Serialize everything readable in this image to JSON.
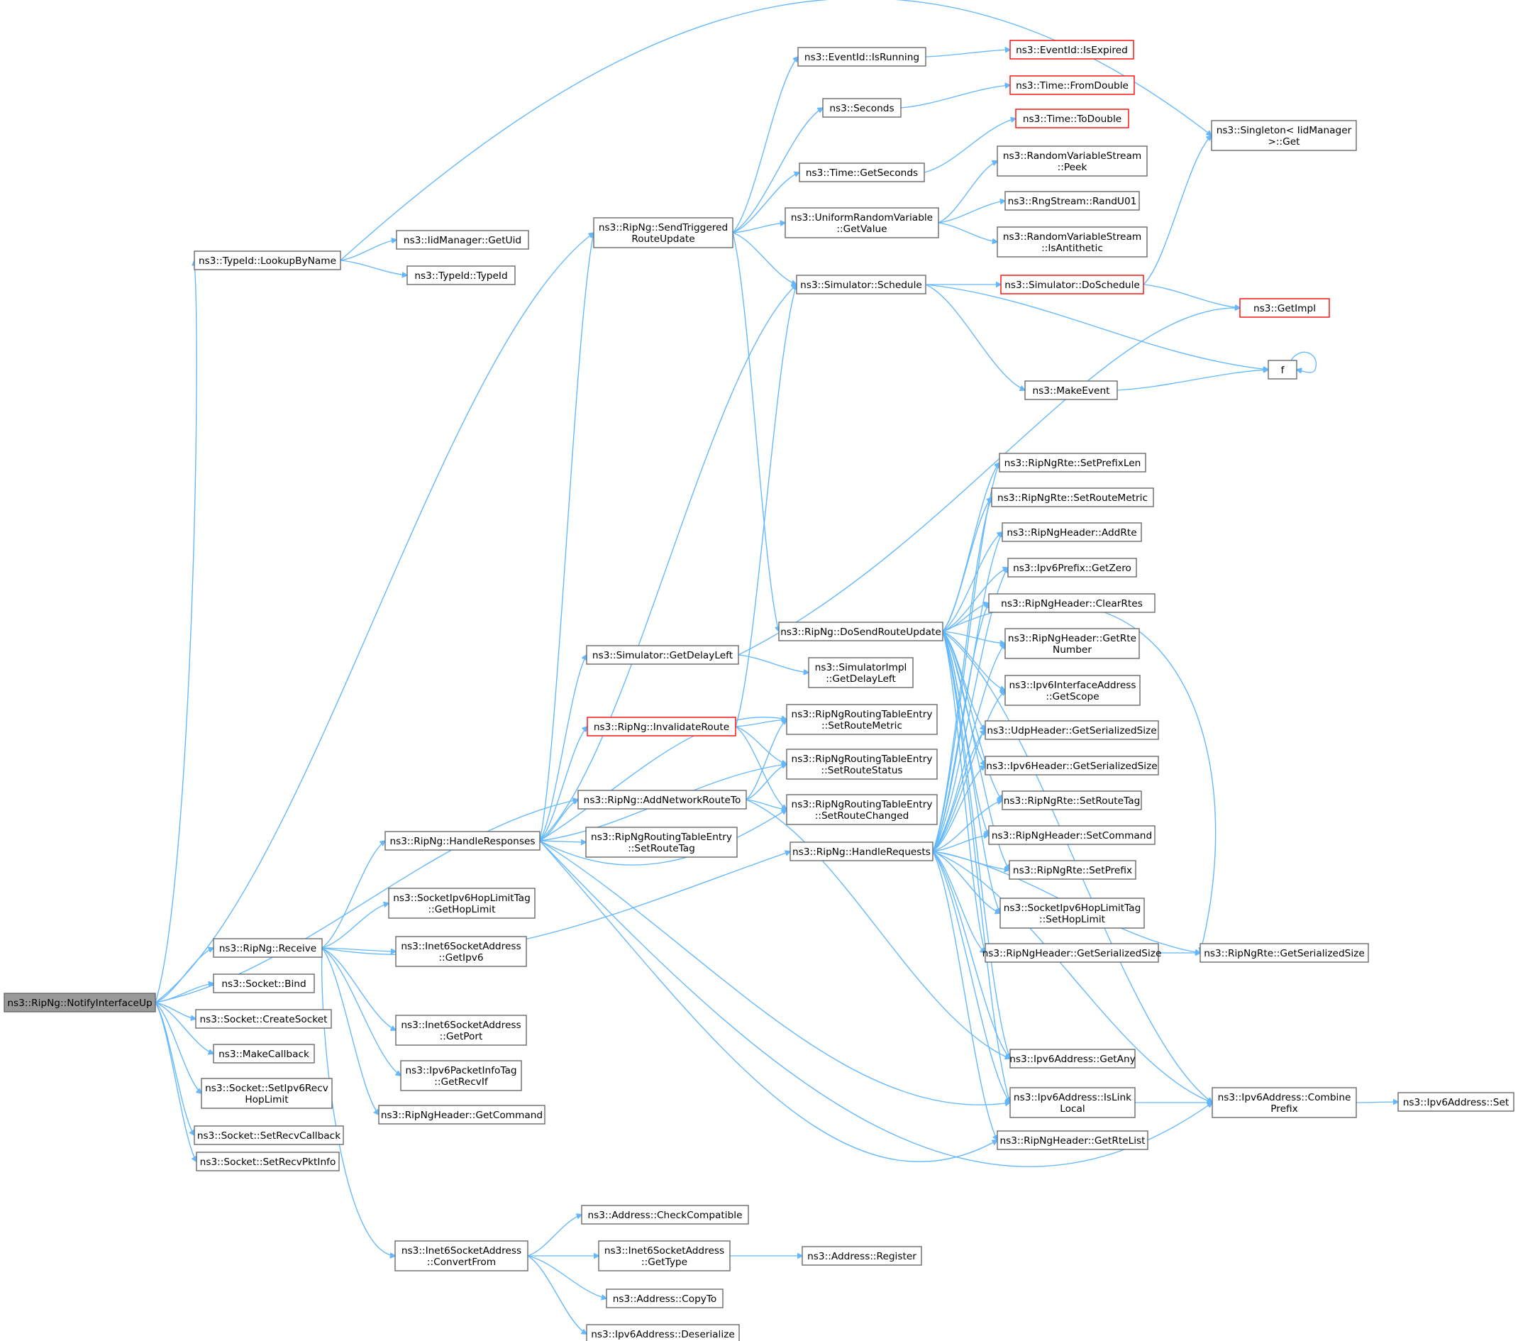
{
  "graph": {
    "nodes": [
      {
        "id": "notify",
        "lines": [
          "ns3::RipNg::NotifyInterfaceUp"
        ],
        "style": "root"
      },
      {
        "id": "lookup",
        "lines": [
          "ns3::TypeId::LookupByName"
        ]
      },
      {
        "id": "getuid",
        "lines": [
          "ns3::IidManager::GetUid"
        ]
      },
      {
        "id": "typeid",
        "lines": [
          "ns3::TypeId::TypeId"
        ]
      },
      {
        "id": "singleton",
        "lines": [
          "ns3::Singleton< IidManager",
          ">::Get"
        ]
      },
      {
        "id": "sendtrig",
        "lines": [
          "ns3::RipNg::SendTriggered",
          "RouteUpdate"
        ]
      },
      {
        "id": "isrunning",
        "lines": [
          "ns3::EventId::IsRunning"
        ]
      },
      {
        "id": "isexpired",
        "lines": [
          "ns3::EventId::IsExpired"
        ],
        "style": "red"
      },
      {
        "id": "seconds",
        "lines": [
          "ns3::Seconds"
        ]
      },
      {
        "id": "fromdouble",
        "lines": [
          "ns3::Time::FromDouble"
        ],
        "style": "red"
      },
      {
        "id": "todouble",
        "lines": [
          "ns3::Time::ToDouble"
        ],
        "style": "red"
      },
      {
        "id": "getseconds",
        "lines": [
          "ns3::Time::GetSeconds"
        ]
      },
      {
        "id": "urvgetvalue",
        "lines": [
          "ns3::UniformRandomVariable",
          "::GetValue"
        ]
      },
      {
        "id": "peek",
        "lines": [
          "ns3::RandomVariableStream",
          "::Peek"
        ]
      },
      {
        "id": "randu01",
        "lines": [
          "ns3::RngStream::RandU01"
        ]
      },
      {
        "id": "isantithetic",
        "lines": [
          "ns3::RandomVariableStream",
          "::IsAntithetic"
        ]
      },
      {
        "id": "schedule",
        "lines": [
          "ns3::Simulator::Schedule"
        ]
      },
      {
        "id": "doschedule",
        "lines": [
          "ns3::Simulator::DoSchedule"
        ],
        "style": "red"
      },
      {
        "id": "getimpl",
        "lines": [
          "ns3::GetImpl"
        ],
        "style": "red"
      },
      {
        "id": "f",
        "lines": [
          "f"
        ]
      },
      {
        "id": "makeevent",
        "lines": [
          "ns3::MakeEvent"
        ]
      },
      {
        "id": "dosend",
        "lines": [
          "ns3::RipNg::DoSendRouteUpdate"
        ]
      },
      {
        "id": "setprefixlen",
        "lines": [
          "ns3::RipNgRte::SetPrefixLen"
        ]
      },
      {
        "id": "rtesetroutemetric",
        "lines": [
          "ns3::RipNgRte::SetRouteMetric"
        ]
      },
      {
        "id": "addrte",
        "lines": [
          "ns3::RipNgHeader::AddRte"
        ]
      },
      {
        "id": "getzero",
        "lines": [
          "ns3::Ipv6Prefix::GetZero"
        ]
      },
      {
        "id": "clearrtes",
        "lines": [
          "ns3::RipNgHeader::ClearRtes"
        ]
      },
      {
        "id": "getrtenumber",
        "lines": [
          "ns3::RipNgHeader::GetRte",
          "Number"
        ]
      },
      {
        "id": "getscope",
        "lines": [
          "ns3::Ipv6InterfaceAddress",
          "::GetScope"
        ]
      },
      {
        "id": "udpserial",
        "lines": [
          "ns3::UdpHeader::GetSerializedSize"
        ]
      },
      {
        "id": "ipv6serial",
        "lines": [
          "ns3::Ipv6Header::GetSerializedSize"
        ]
      },
      {
        "id": "setroutetag",
        "lines": [
          "ns3::RipNgRte::SetRouteTag"
        ]
      },
      {
        "id": "setcommand",
        "lines": [
          "ns3::RipNgHeader::SetCommand"
        ]
      },
      {
        "id": "setprefix",
        "lines": [
          "ns3::RipNgRte::SetPrefix"
        ]
      },
      {
        "id": "sethoplimit",
        "lines": [
          "ns3::SocketIpv6HopLimitTag",
          "::SetHopLimit"
        ]
      },
      {
        "id": "hdrserial",
        "lines": [
          "ns3::RipNgHeader::GetSerializedSize"
        ]
      },
      {
        "id": "rteserial",
        "lines": [
          "ns3::RipNgRte::GetSerializedSize"
        ]
      },
      {
        "id": "getany",
        "lines": [
          "ns3::Ipv6Address::GetAny"
        ]
      },
      {
        "id": "islinklocal",
        "lines": [
          "ns3::Ipv6Address::IsLink",
          "Local"
        ]
      },
      {
        "id": "combineprefix",
        "lines": [
          "ns3::Ipv6Address::Combine",
          "Prefix"
        ]
      },
      {
        "id": "ipv6set",
        "lines": [
          "ns3::Ipv6Address::Set"
        ]
      },
      {
        "id": "getrtelist",
        "lines": [
          "ns3::RipNgHeader::GetRteList"
        ]
      },
      {
        "id": "getdelayleft",
        "lines": [
          "ns3::Simulator::GetDelayLeft"
        ]
      },
      {
        "id": "implgetdelayleft",
        "lines": [
          "ns3::SimulatorImpl",
          "::GetDelayLeft"
        ]
      },
      {
        "id": "invalidate",
        "lines": [
          "ns3::RipNg::InvalidateRoute"
        ],
        "style": "red"
      },
      {
        "id": "entrysetroutemetric",
        "lines": [
          "ns3::RipNgRoutingTableEntry",
          "::SetRouteMetric"
        ]
      },
      {
        "id": "entrysetroutestatus",
        "lines": [
          "ns3::RipNgRoutingTableEntry",
          "::SetRouteStatus"
        ]
      },
      {
        "id": "addnetwork",
        "lines": [
          "ns3::RipNg::AddNetworkRouteTo"
        ]
      },
      {
        "id": "entrysetroutechanged",
        "lines": [
          "ns3::RipNgRoutingTableEntry",
          "::SetRouteChanged"
        ]
      },
      {
        "id": "handleresponses",
        "lines": [
          "ns3::RipNg::HandleResponses"
        ]
      },
      {
        "id": "entrysetroutetag",
        "lines": [
          "ns3::RipNgRoutingTableEntry",
          "::SetRouteTag"
        ]
      },
      {
        "id": "handlerequests",
        "lines": [
          "ns3::RipNg::HandleRequests"
        ]
      },
      {
        "id": "gethoplimit",
        "lines": [
          "ns3::SocketIpv6HopLimitTag",
          "::GetHopLimit"
        ]
      },
      {
        "id": "receive",
        "lines": [
          "ns3::RipNg::Receive"
        ]
      },
      {
        "id": "getipv6",
        "lines": [
          "ns3::Inet6SocketAddress",
          "::GetIpv6"
        ]
      },
      {
        "id": "bind",
        "lines": [
          "ns3::Socket::Bind"
        ]
      },
      {
        "id": "createsocket",
        "lines": [
          "ns3::Socket::CreateSocket"
        ]
      },
      {
        "id": "getport",
        "lines": [
          "ns3::Inet6SocketAddress",
          "::GetPort"
        ]
      },
      {
        "id": "makecallback",
        "lines": [
          "ns3::MakeCallback"
        ]
      },
      {
        "id": "getrecvif",
        "lines": [
          "ns3::Ipv6PacketInfoTag",
          "::GetRecvIf"
        ]
      },
      {
        "id": "setipv6recv",
        "lines": [
          "ns3::Socket::SetIpv6Recv",
          "HopLimit"
        ]
      },
      {
        "id": "getcommand",
        "lines": [
          "ns3::RipNgHeader::GetCommand"
        ]
      },
      {
        "id": "setrecvcallback",
        "lines": [
          "ns3::Socket::SetRecvCallback"
        ]
      },
      {
        "id": "setrecvpktinfo",
        "lines": [
          "ns3::Socket::SetRecvPktInfo"
        ]
      },
      {
        "id": "checkcompat",
        "lines": [
          "ns3::Address::CheckCompatible"
        ]
      },
      {
        "id": "convertfrom",
        "lines": [
          "ns3::Inet6SocketAddress",
          "::ConvertFrom"
        ]
      },
      {
        "id": "gettype",
        "lines": [
          "ns3::Inet6SocketAddress",
          "::GetType"
        ]
      },
      {
        "id": "register",
        "lines": [
          "ns3::Address::Register"
        ]
      },
      {
        "id": "copyto",
        "lines": [
          "ns3::Address::CopyTo"
        ]
      },
      {
        "id": "deserialize",
        "lines": [
          "ns3::Ipv6Address::Deserialize"
        ]
      }
    ],
    "edges": [
      [
        "notify",
        "lookup"
      ],
      [
        "notify",
        "sendtrig"
      ],
      [
        "notify",
        "addnetwork"
      ],
      [
        "notify",
        "receive"
      ],
      [
        "notify",
        "bind"
      ],
      [
        "notify",
        "createsocket"
      ],
      [
        "notify",
        "makecallback"
      ],
      [
        "notify",
        "setipv6recv"
      ],
      [
        "notify",
        "setrecvcallback"
      ],
      [
        "notify",
        "setrecvpktinfo"
      ],
      [
        "lookup",
        "getuid"
      ],
      [
        "lookup",
        "typeid"
      ],
      [
        "lookup",
        "singleton"
      ],
      [
        "sendtrig",
        "isrunning"
      ],
      [
        "sendtrig",
        "seconds"
      ],
      [
        "sendtrig",
        "getseconds"
      ],
      [
        "sendtrig",
        "urvgetvalue"
      ],
      [
        "sendtrig",
        "schedule"
      ],
      [
        "sendtrig",
        "dosend"
      ],
      [
        "isrunning",
        "isexpired"
      ],
      [
        "seconds",
        "fromdouble"
      ],
      [
        "getseconds",
        "todouble"
      ],
      [
        "urvgetvalue",
        "peek"
      ],
      [
        "urvgetvalue",
        "randu01"
      ],
      [
        "urvgetvalue",
        "isantithetic"
      ],
      [
        "schedule",
        "doschedule"
      ],
      [
        "schedule",
        "f"
      ],
      [
        "schedule",
        "makeevent"
      ],
      [
        "doschedule",
        "singleton"
      ],
      [
        "doschedule",
        "getimpl"
      ],
      [
        "makeevent",
        "f"
      ],
      [
        "f",
        "f"
      ],
      [
        "dosend",
        "setprefixlen"
      ],
      [
        "dosend",
        "rtesetroutemetric"
      ],
      [
        "dosend",
        "addrte"
      ],
      [
        "dosend",
        "getzero"
      ],
      [
        "dosend",
        "clearrtes"
      ],
      [
        "dosend",
        "getrtenumber"
      ],
      [
        "dosend",
        "getscope"
      ],
      [
        "dosend",
        "udpserial"
      ],
      [
        "dosend",
        "ipv6serial"
      ],
      [
        "dosend",
        "setroutetag"
      ],
      [
        "dosend",
        "setcommand"
      ],
      [
        "dosend",
        "setprefix"
      ],
      [
        "dosend",
        "sethoplimit"
      ],
      [
        "dosend",
        "hdrserial"
      ],
      [
        "dosend",
        "rteserial"
      ],
      [
        "dosend",
        "getany"
      ],
      [
        "dosend",
        "islinklocal"
      ],
      [
        "dosend",
        "combineprefix"
      ],
      [
        "hdrserial",
        "rteserial"
      ],
      [
        "islinklocal",
        "combineprefix"
      ],
      [
        "combineprefix",
        "ipv6set"
      ],
      [
        "getdelayleft",
        "getimpl"
      ],
      [
        "getdelayleft",
        "implgetdelayleft"
      ],
      [
        "invalidate",
        "schedule"
      ],
      [
        "invalidate",
        "entrysetroutemetric"
      ],
      [
        "invalidate",
        "entrysetroutestatus"
      ],
      [
        "invalidate",
        "entrysetroutechanged"
      ],
      [
        "addnetwork",
        "entrysetroutemetric"
      ],
      [
        "addnetwork",
        "entrysetroutestatus"
      ],
      [
        "addnetwork",
        "entrysetroutechanged"
      ],
      [
        "addnetwork",
        "getany"
      ],
      [
        "handleresponses",
        "sendtrig"
      ],
      [
        "handleresponses",
        "schedule"
      ],
      [
        "handleresponses",
        "getdelayleft"
      ],
      [
        "handleresponses",
        "invalidate"
      ],
      [
        "handleresponses",
        "entrysetroutemetric"
      ],
      [
        "handleresponses",
        "entrysetroutestatus"
      ],
      [
        "handleresponses",
        "addnetwork"
      ],
      [
        "handleresponses",
        "entrysetroutechanged"
      ],
      [
        "handleresponses",
        "entrysetroutetag"
      ],
      [
        "handleresponses",
        "islinklocal"
      ],
      [
        "handleresponses",
        "getrtelist"
      ],
      [
        "handleresponses",
        "combineprefix"
      ],
      [
        "handlerequests",
        "setprefixlen"
      ],
      [
        "handlerequests",
        "rtesetroutemetric"
      ],
      [
        "handlerequests",
        "addrte"
      ],
      [
        "handlerequests",
        "getzero"
      ],
      [
        "handlerequests",
        "clearrtes"
      ],
      [
        "handlerequests",
        "getrtenumber"
      ],
      [
        "handlerequests",
        "getscope"
      ],
      [
        "handlerequests",
        "udpserial"
      ],
      [
        "handlerequests",
        "ipv6serial"
      ],
      [
        "handlerequests",
        "setroutetag"
      ],
      [
        "handlerequests",
        "setcommand"
      ],
      [
        "handlerequests",
        "setprefix"
      ],
      [
        "handlerequests",
        "sethoplimit"
      ],
      [
        "handlerequests",
        "hdrserial"
      ],
      [
        "handlerequests",
        "rteserial"
      ],
      [
        "handlerequests",
        "getany"
      ],
      [
        "handlerequests",
        "islinklocal"
      ],
      [
        "handlerequests",
        "combineprefix"
      ],
      [
        "handlerequests",
        "getrtelist"
      ],
      [
        "receive",
        "handleresponses"
      ],
      [
        "receive",
        "handlerequests"
      ],
      [
        "receive",
        "gethoplimit"
      ],
      [
        "receive",
        "getipv6"
      ],
      [
        "receive",
        "getport"
      ],
      [
        "receive",
        "getrecvif"
      ],
      [
        "receive",
        "getcommand"
      ],
      [
        "receive",
        "convertfrom"
      ],
      [
        "convertfrom",
        "checkcompat"
      ],
      [
        "convertfrom",
        "gettype"
      ],
      [
        "convertfrom",
        "copyto"
      ],
      [
        "convertfrom",
        "deserialize"
      ],
      [
        "gettype",
        "register"
      ]
    ]
  }
}
